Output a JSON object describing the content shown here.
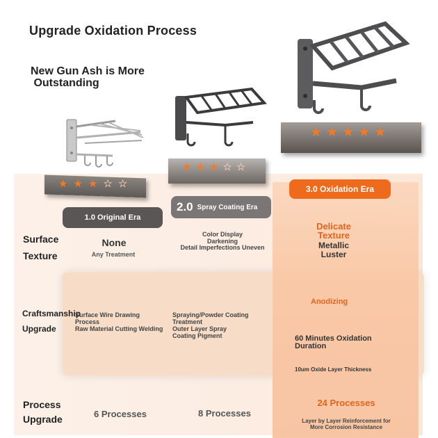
{
  "header": {
    "title": "Upgrade Oxidation Process",
    "subtitle": "New Gun Ash is More\n Outstanding"
  },
  "eras": [
    {
      "label": "1.0 Original Era",
      "rating": 3,
      "max_rating": 5
    },
    {
      "label_number": "2.0",
      "label_text": "Spray Coating Era",
      "rating": 3,
      "max_rating": 5
    },
    {
      "label": "3.0 Oxidation Era",
      "rating": 5,
      "max_rating": 5
    }
  ],
  "rows": {
    "surface": {
      "label_line1": "Surface",
      "label_line2": "Texture",
      "era1_title": "None",
      "era1_detail": "Any Treatment",
      "era2_detail": "Color Display\nDarkening\nDetail Imperfections Uneven",
      "era3_title": "Delicate\nTexture",
      "era3_detail": "Metallic\nLuster"
    },
    "craftsmanship": {
      "label_line1": "Craftsmanship",
      "label_line2": "Upgrade",
      "era1_detail": "Surface Wire Drawing\nProcess\nRaw Material Cutting Welding",
      "era2_detail": "Spraying/Powder Coating\nTreatment\nOuter Layer Spray\nCoating Pigment",
      "era3_highlight": "Anodizing",
      "era3_detail": "60 Minutes Oxidation\nDuration",
      "era3_small": "10um Oxide Layer Thickness"
    },
    "process": {
      "label_line1": "Process",
      "label_line2": "Upgrade",
      "era1_value": "6 Processes",
      "era2_value": "8 Processes",
      "era3_value": "24 Processes",
      "era3_detail": "Layer by Layer Reinforcement for\nMore Corrosion Resistance"
    }
  },
  "colors": {
    "accent": "#ee6a1c",
    "star": "#ef7a2c",
    "badge_dark": "#5a5655",
    "badge_mid": "#7a7675"
  }
}
